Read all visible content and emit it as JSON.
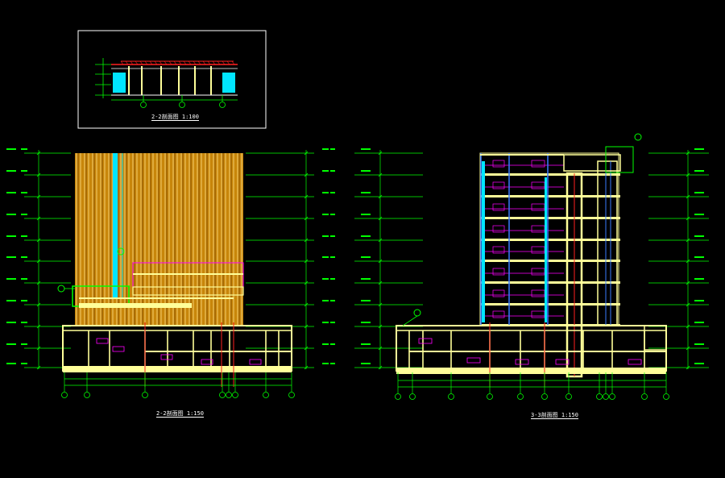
{
  "drawing": {
    "background": "#000000",
    "captions": {
      "inset": "2-2剖面图 1:100",
      "left": "2-2剖面图 1:150",
      "right": "3-3剖面图 1:150"
    },
    "colors": {
      "dimension": "#00ff00",
      "wall": "#ffff99",
      "facade_fill": "#c8860a",
      "facade_lines": "#ffe08a",
      "glass": "#00e5ff",
      "furniture": "#ff00ff",
      "grid_red": "#ff2020",
      "blue": "#3a7bff",
      "white": "#ffffff"
    },
    "left_section_floors": 10,
    "right_section_floors": 10
  }
}
